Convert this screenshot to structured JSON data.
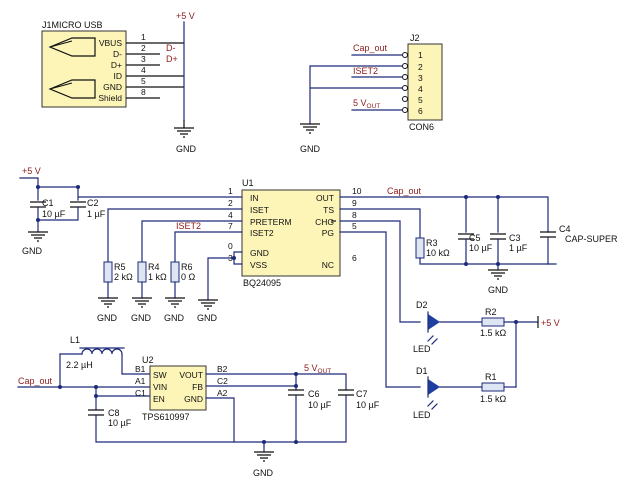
{
  "usb": {
    "ref": "J1MICRO USB",
    "pins": [
      "VBUS",
      "D-",
      "D+",
      "ID",
      "GND",
      "Shield"
    ],
    "pin_numbers": [
      "1",
      "2",
      "3",
      "4",
      "5",
      "8"
    ],
    "net_labels": [
      "+5 V",
      "D-",
      "D+"
    ],
    "gnd": "GND"
  },
  "j2": {
    "ref": "J2",
    "part": "CON6",
    "pin_numbers": [
      "1",
      "2",
      "3",
      "4",
      "5",
      "6"
    ],
    "net_labels": [
      "Cap_out",
      "ISET2",
      "5 V"
    ],
    "vout_sub": "OUT",
    "gnd": "GND"
  },
  "charger": {
    "ref": "U1",
    "part": "BQ24095",
    "left_pins": [
      "IN",
      "ISET",
      "PRETERM",
      "ISET2",
      "GND",
      "VSS"
    ],
    "left_pin_numbers": [
      "1",
      "2",
      "4",
      "7",
      "0",
      "3"
    ],
    "right_pins": [
      "OUT",
      "TS",
      "CHG",
      "PG",
      "NC"
    ],
    "right_pin_numbers": [
      "10",
      "9",
      "8",
      "5",
      "6"
    ],
    "supply": "+5 V",
    "c1": {
      "ref": "C1",
      "value": "10 µF"
    },
    "c2": {
      "ref": "C2",
      "value": "1 µF"
    },
    "r5": {
      "ref": "R5",
      "value": "2 kΩ"
    },
    "r4": {
      "ref": "R4",
      "value": "1 kΩ"
    },
    "r6": {
      "ref": "R6",
      "value": "0 Ω"
    },
    "r3": {
      "ref": "R3",
      "value": "10 kΩ"
    },
    "c5": {
      "ref": "C5",
      "value": "10 µF"
    },
    "c3": {
      "ref": "C3",
      "value": "1 µF"
    },
    "c4": {
      "ref": "C4",
      "value": "CAP-SUPER"
    },
    "cap_out": "Cap_out",
    "iset2": "ISET2",
    "gnd": "GND"
  },
  "leds": {
    "d2": {
      "ref": "D2",
      "label": "LED"
    },
    "d1": {
      "ref": "D1",
      "label": "LED"
    },
    "r2": {
      "ref": "R2",
      "value": "1.5 kΩ"
    },
    "r1": {
      "ref": "R1",
      "value": "1.5 kΩ"
    },
    "supply": "+5 V"
  },
  "boost": {
    "ref": "U2",
    "part": "TPS610997",
    "left_pins": [
      "SW",
      "VIN",
      "EN"
    ],
    "left_pin_numbers": [
      "B1",
      "A1",
      "C1"
    ],
    "right_pins": [
      "VOUT",
      "FB",
      "GND"
    ],
    "right_pin_numbers": [
      "B2",
      "C2",
      "A2"
    ],
    "l1": {
      "ref": "L1",
      "value": "2.2 µH"
    },
    "c8": {
      "ref": "C8",
      "value": "10 µF"
    },
    "c6": {
      "ref": "C6",
      "value": "10 µF"
    },
    "c7": {
      "ref": "C7",
      "value": "10 µF"
    },
    "input": "Cap_out",
    "output": "5 V",
    "output_sub": "OUT",
    "gnd": "GND"
  }
}
